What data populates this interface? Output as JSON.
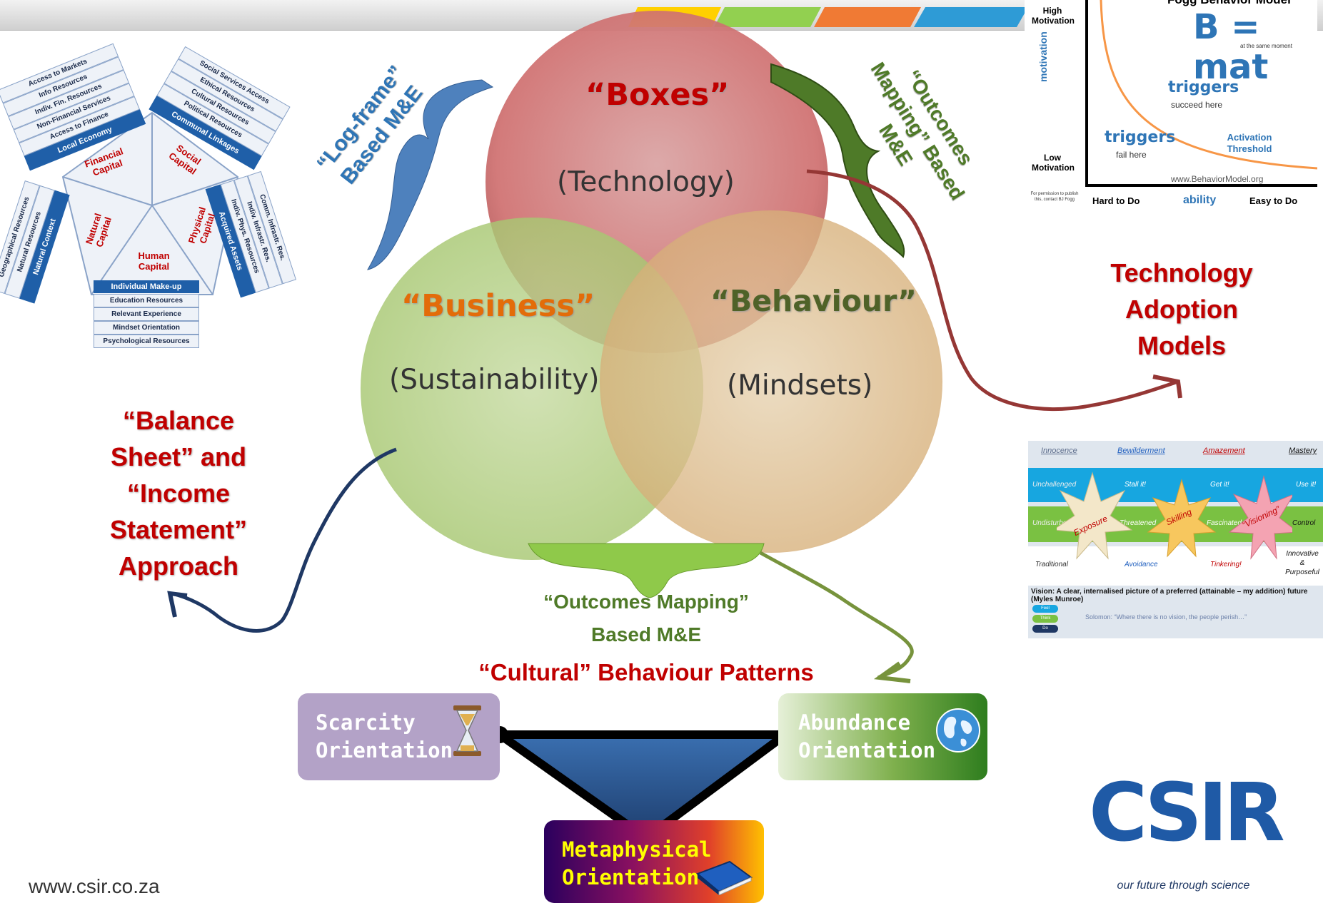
{
  "footer": {
    "url": "www.csir.co.za"
  },
  "logo": {
    "text": "CSIR",
    "tagline": "our future through science"
  },
  "venn": {
    "boxes": {
      "title": "“Boxes”",
      "subtitle": "(Technology)"
    },
    "business": {
      "title": "“Business”",
      "subtitle": "(Sustainability)"
    },
    "behaviour": {
      "title": "“Behaviour”",
      "subtitle": "(Mindsets)"
    }
  },
  "braces": {
    "logframe": "“Log-frame” Based M&E",
    "outcomes_right": "“Outcomes Mapping” Based M&E",
    "outcomes_bottom_line1": "“Outcomes Mapping”",
    "outcomes_bottom_line2": "Based M&E"
  },
  "left_text": {
    "lines": [
      "“Balance",
      "Sheet” and",
      "“Income",
      "Statement”",
      "Approach"
    ]
  },
  "right_text": {
    "lines": [
      "Technology",
      "Adoption",
      "Models"
    ]
  },
  "cultural": {
    "title": "“Cultural” Behaviour Patterns"
  },
  "orientations": {
    "scarcity": {
      "line1": "Scarcity",
      "line2": "Orientation",
      "icon": "hourglass-icon"
    },
    "abundance": {
      "line1": "Abundance",
      "line2": "Orientation",
      "icon": "globe-icon"
    },
    "metaphysical": {
      "line1": "Metaphysical",
      "line2": "Orientation",
      "icon": "book-icon"
    }
  },
  "fogg": {
    "title": "Fogg Behavior Model",
    "formula": "B = mat",
    "formula_note": "at the same moment",
    "high_motivation": "High Motivation",
    "low_motivation": "Low Motivation",
    "axis_y": "motivation",
    "axis_x": "ability",
    "hard": "Hard to Do",
    "easy": "Easy to Do",
    "triggers_succeed": "triggers",
    "succeed_here": "succeed here",
    "triggers_fail": "triggers",
    "fail_here": "fail here",
    "activation": "Activation Threshold",
    "url": "www.BehaviorModel.org",
    "permission": "For permission to publish this, contact BJ Fogg"
  },
  "pentagon": {
    "human": "Human Capital",
    "natural": "Natural Capital",
    "physical": "Physical Capital",
    "financial": "Financial Capital",
    "social": "Social Capital",
    "human_rows": [
      "Individual Make-up",
      "Education Resources",
      "Relevant Experience",
      "Mindset Orientation",
      "Psychological Resources"
    ],
    "natural_rows": [
      "Natural Context",
      "Natural Resources",
      "Geographical Resources"
    ],
    "physical_rows": [
      "Acquired Assets",
      "Indiv. Phys. Resources",
      "Indiv. Infrastr. Res.",
      "Comm. Infrastr. Res."
    ],
    "financial_rows": [
      "Local Economy",
      "Access to Finance",
      "Non-Financial Services",
      "Indiv. Fin. Resources",
      "Info Resources",
      "Access to Markets"
    ],
    "social_rows": [
      "Communal Linkages",
      "Political Resources",
      "Cultural Resources",
      "Ethical Resources",
      "Social Services Access"
    ]
  },
  "matrix": {
    "headers": [
      "Innocence",
      "Bewilderment",
      "Amazement",
      "Mastery"
    ],
    "stars": [
      "Exposure",
      "Skilling",
      "“Visioning”"
    ],
    "row1": [
      "Unchallenged",
      "Stall it!",
      "Get it!",
      "Use it!"
    ],
    "row2": [
      "Undisturbed",
      "Threatened",
      "Fascinated",
      "Control"
    ],
    "row3": [
      "Traditional",
      "Avoidance",
      "Tinkering!",
      "Innovative & Purposeful"
    ],
    "vision": "Vision: A clear, internalised picture of a preferred (attainable – my addition) future (Myles Munroe)",
    "legend": [
      "Feel",
      "Think",
      "Do"
    ],
    "quote": "Solomon: “Where there is no vision, the people perish…”"
  },
  "colors": {
    "red": "#c00000",
    "orange": "#e36c09",
    "green": "#4f6228",
    "blue": "#2e75b6",
    "navy": "#1f3864"
  }
}
